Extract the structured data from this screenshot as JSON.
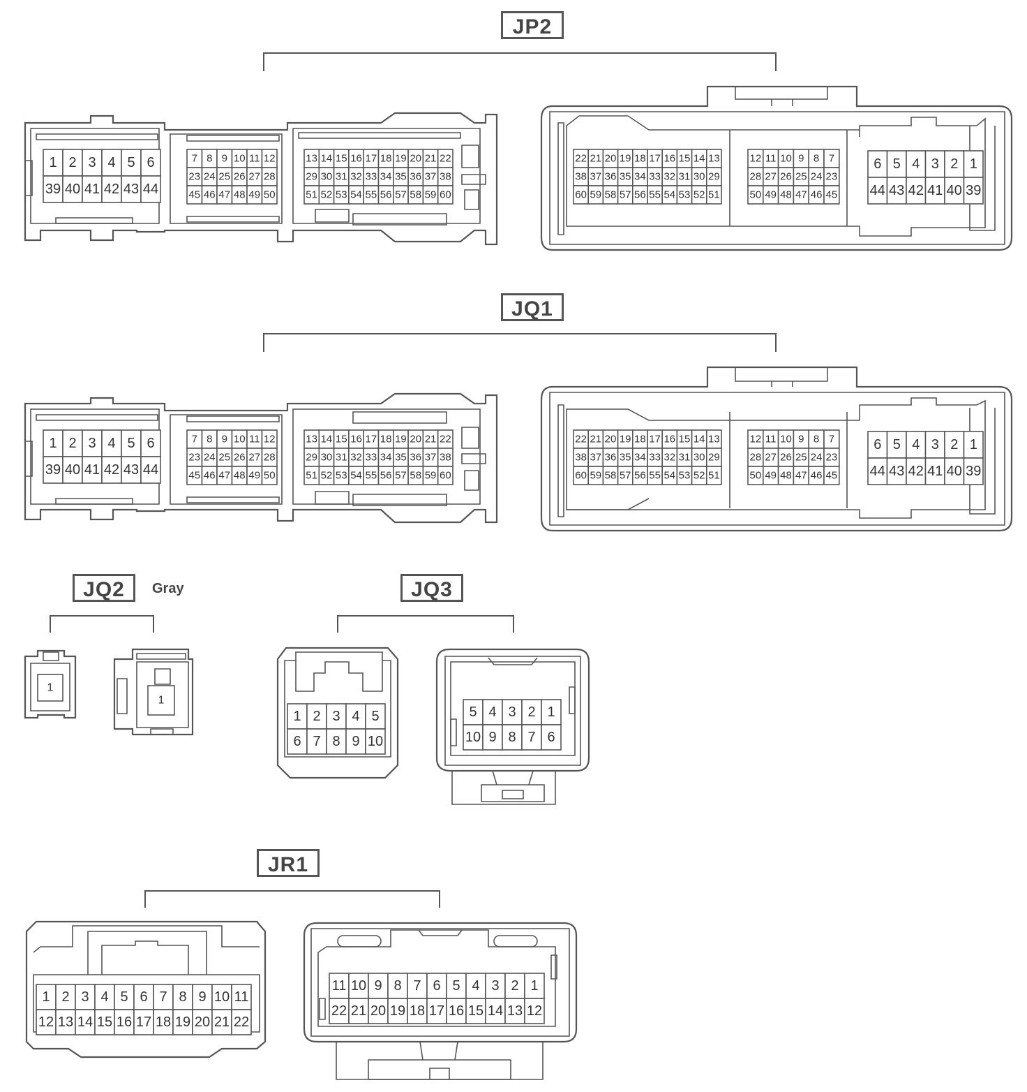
{
  "connectors": {
    "jp2": {
      "label": "JP2"
    },
    "jq1": {
      "label": "JQ1"
    },
    "jq2": {
      "label": "JQ2",
      "color_note": "Gray"
    },
    "jq3": {
      "label": "JQ3"
    },
    "jr1": {
      "label": "JR1"
    }
  },
  "pinouts": {
    "big_left_a": [
      [
        "1",
        "2",
        "3",
        "4",
        "5",
        "6"
      ],
      [
        "39",
        "40",
        "41",
        "42",
        "43",
        "44"
      ]
    ],
    "big_left_b": [
      [
        "7",
        "8",
        "9",
        "10",
        "11",
        "12"
      ],
      [
        "23",
        "24",
        "25",
        "26",
        "27",
        "28"
      ],
      [
        "45",
        "46",
        "47",
        "48",
        "49",
        "50"
      ]
    ],
    "big_left_c": [
      [
        "13",
        "14",
        "15",
        "16",
        "17",
        "18",
        "19",
        "20",
        "21",
        "22"
      ],
      [
        "29",
        "30",
        "31",
        "32",
        "33",
        "34",
        "35",
        "36",
        "37",
        "38"
      ],
      [
        "51",
        "52",
        "53",
        "54",
        "55",
        "56",
        "57",
        "58",
        "59",
        "60"
      ]
    ],
    "big_right_a": [
      [
        "22",
        "21",
        "20",
        "19",
        "18",
        "17",
        "16",
        "15",
        "14",
        "13"
      ],
      [
        "38",
        "37",
        "36",
        "35",
        "34",
        "33",
        "32",
        "31",
        "30",
        "29"
      ],
      [
        "60",
        "59",
        "58",
        "57",
        "56",
        "55",
        "54",
        "53",
        "52",
        "51"
      ]
    ],
    "big_right_b": [
      [
        "12",
        "11",
        "10",
        "9",
        "8",
        "7"
      ],
      [
        "28",
        "27",
        "26",
        "25",
        "24",
        "23"
      ],
      [
        "50",
        "49",
        "48",
        "47",
        "46",
        "45"
      ]
    ],
    "big_right_c": [
      [
        "6",
        "5",
        "4",
        "3",
        "2",
        "1"
      ],
      [
        "44",
        "43",
        "42",
        "41",
        "40",
        "39"
      ]
    ],
    "jq2_pin": [
      [
        "1"
      ]
    ],
    "jq3_left": [
      [
        "1",
        "2",
        "3",
        "4",
        "5"
      ],
      [
        "6",
        "7",
        "8",
        "9",
        "10"
      ]
    ],
    "jq3_right": [
      [
        "5",
        "4",
        "3",
        "2",
        "1"
      ],
      [
        "10",
        "9",
        "8",
        "7",
        "6"
      ]
    ],
    "jr1_left": [
      [
        "1",
        "2",
        "3",
        "4",
        "5",
        "6",
        "7",
        "8",
        "9",
        "10",
        "11"
      ],
      [
        "12",
        "13",
        "14",
        "15",
        "16",
        "17",
        "18",
        "19",
        "20",
        "21",
        "22"
      ]
    ],
    "jr1_right": [
      [
        "11",
        "10",
        "9",
        "8",
        "7",
        "6",
        "5",
        "4",
        "3",
        "2",
        "1"
      ],
      [
        "22",
        "21",
        "20",
        "19",
        "18",
        "17",
        "16",
        "15",
        "14",
        "13",
        "12"
      ]
    ]
  }
}
